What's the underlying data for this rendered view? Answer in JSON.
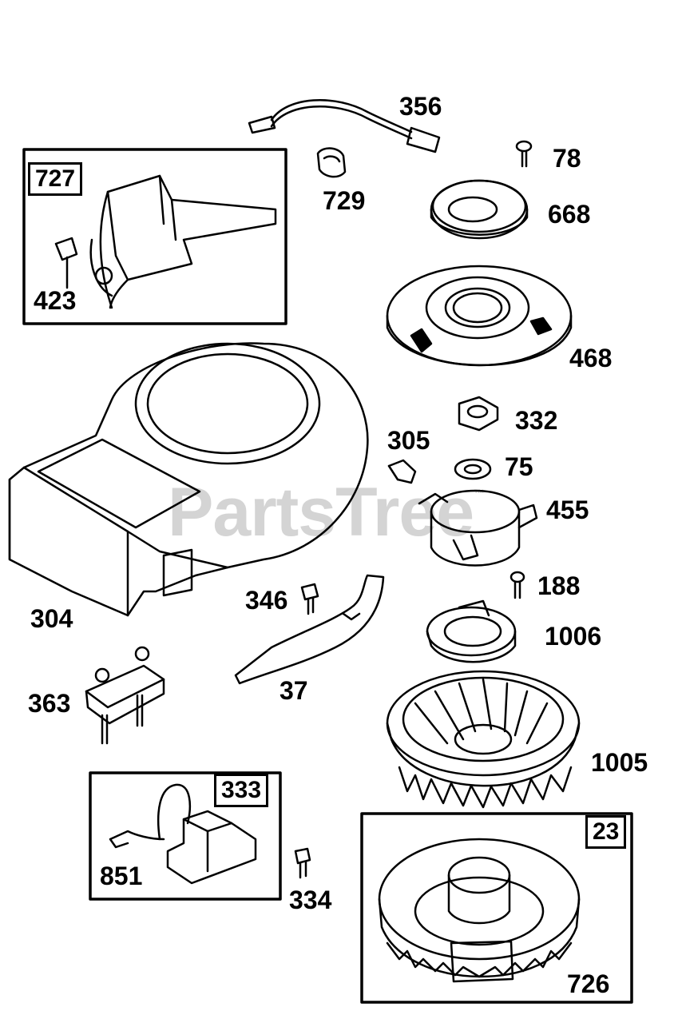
{
  "watermark": {
    "text": "PartsTree",
    "mark": "™"
  },
  "boxes": {
    "b727": "727",
    "b333": "333",
    "b23": "23"
  },
  "labels": {
    "p356": "356",
    "p78": "78",
    "p729": "729",
    "p668": "668",
    "p423": "423",
    "p468": "468",
    "p332": "332",
    "p305": "305",
    "p75": "75",
    "p455": "455",
    "p304": "304",
    "p346": "346",
    "p188": "188",
    "p1006": "1006",
    "p37": "37",
    "p363": "363",
    "p1005": "1005",
    "p851": "851",
    "p334": "334",
    "p726": "726"
  },
  "colors": {
    "line": "#000000",
    "watermark": "#d4d4d4",
    "background": "#ffffff"
  }
}
